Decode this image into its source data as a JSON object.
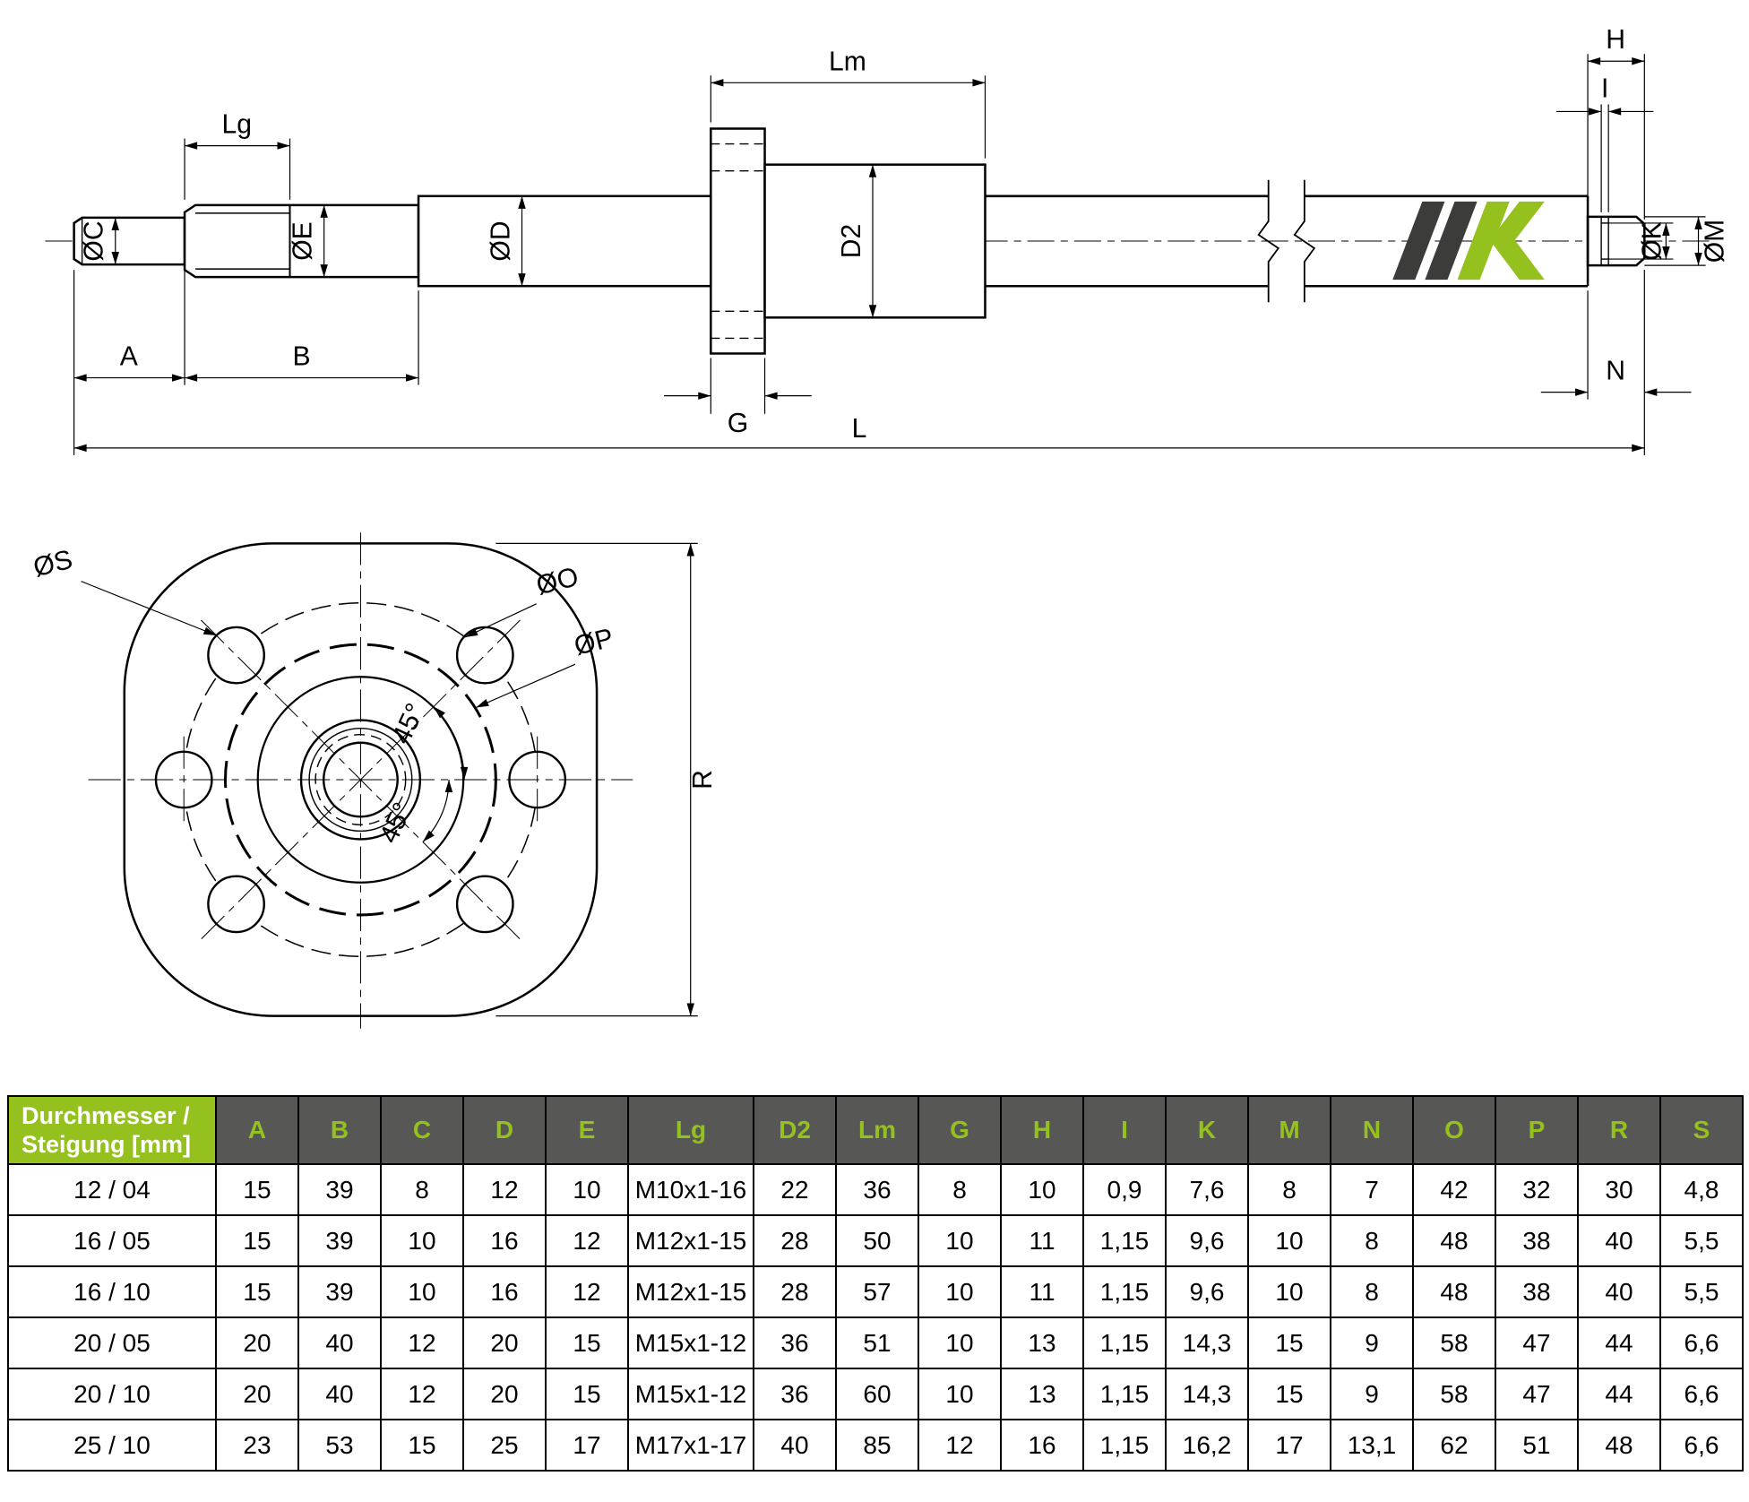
{
  "colors": {
    "accent_green": "#95C11F",
    "header_gray": "#575756",
    "logo_dark": "#3C3C3B",
    "line": "#000000"
  },
  "side_view": {
    "dims": {
      "lm": "Lm",
      "h": "H",
      "i": "I",
      "lg": "Lg",
      "dia_c": "ØC",
      "dia_e": "ØE",
      "dia_d": "ØD",
      "d2": "D2",
      "dia_k": "ØK",
      "dia_m": "ØM",
      "a": "A",
      "b": "B",
      "g": "G",
      "n": "N",
      "l": "L"
    }
  },
  "front_view": {
    "dims": {
      "dia_s": "ØS",
      "dia_o": "ØO",
      "dia_p": "ØP",
      "angle_upper": "45°",
      "angle_lower": "45°",
      "r": "R"
    }
  },
  "table": {
    "header": [
      "Durchmesser / Steigung [mm]",
      "A",
      "B",
      "C",
      "D",
      "E",
      "Lg",
      "D2",
      "Lm",
      "G",
      "H",
      "I",
      "K",
      "M",
      "N",
      "O",
      "P",
      "R",
      "S"
    ],
    "rows": [
      [
        "12 / 04",
        "15",
        "39",
        "8",
        "12",
        "10",
        "M10x1-16",
        "22",
        "36",
        "8",
        "10",
        "0,9",
        "7,6",
        "8",
        "7",
        "42",
        "32",
        "30",
        "4,8"
      ],
      [
        "16 / 05",
        "15",
        "39",
        "10",
        "16",
        "12",
        "M12x1-15",
        "28",
        "50",
        "10",
        "11",
        "1,15",
        "9,6",
        "10",
        "8",
        "48",
        "38",
        "40",
        "5,5"
      ],
      [
        "16 / 10",
        "15",
        "39",
        "10",
        "16",
        "12",
        "M12x1-15",
        "28",
        "57",
        "10",
        "11",
        "1,15",
        "9,6",
        "10",
        "8",
        "48",
        "38",
        "40",
        "5,5"
      ],
      [
        "20 / 05",
        "20",
        "40",
        "12",
        "20",
        "15",
        "M15x1-12",
        "36",
        "51",
        "10",
        "13",
        "1,15",
        "14,3",
        "15",
        "9",
        "58",
        "47",
        "44",
        "6,6"
      ],
      [
        "20 / 10",
        "20",
        "40",
        "12",
        "20",
        "15",
        "M15x1-12",
        "36",
        "60",
        "10",
        "13",
        "1,15",
        "14,3",
        "15",
        "9",
        "58",
        "47",
        "44",
        "6,6"
      ],
      [
        "25 / 10",
        "23",
        "53",
        "15",
        "25",
        "17",
        "M17x1-17",
        "40",
        "85",
        "12",
        "16",
        "1,15",
        "16,2",
        "17",
        "13,1",
        "62",
        "51",
        "48",
        "6,6"
      ]
    ]
  }
}
